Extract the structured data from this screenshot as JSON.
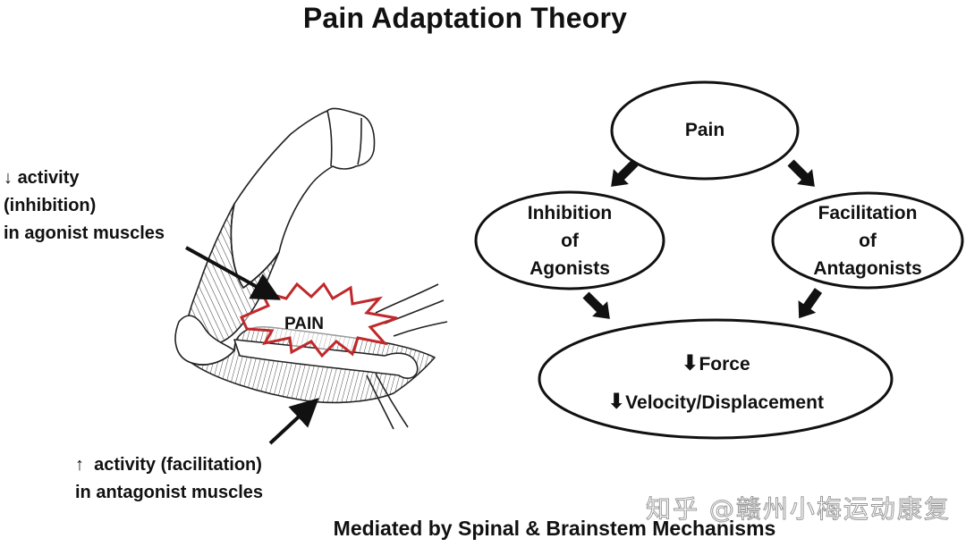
{
  "title": "Pain Adaptation Theory",
  "left_labels": {
    "agonist": {
      "arrow_glyph": "↓",
      "line1": "activity",
      "line2": "(inhibition)",
      "line3": "in agonist muscles"
    },
    "antagonist": {
      "arrow_glyph": "↑",
      "line1": "activity (facilitation)",
      "line2": "in antagonist muscles"
    }
  },
  "illustration": {
    "subject": "flexed-arm-muscle-drawing",
    "pain_burst_label": "PAIN",
    "pain_burst_color": "#c0282a"
  },
  "flow": {
    "pain_node": {
      "label": "Pain"
    },
    "inhibition_node": {
      "line1": "Inhibition",
      "line2": "of",
      "line3": "Agonists"
    },
    "facilitation_node": {
      "line1": "Facilitation",
      "line2": "of",
      "line3": "Antagonists"
    },
    "outcome_node": {
      "line1_glyph": "🡓",
      "line1": "Force",
      "line2_glyph": "🡓",
      "line2": "Velocity/Displacement"
    }
  },
  "footer": "Mediated by Spinal & Brainstem Mechanisms",
  "watermark": "知乎 @赣州小梅运动康复"
}
